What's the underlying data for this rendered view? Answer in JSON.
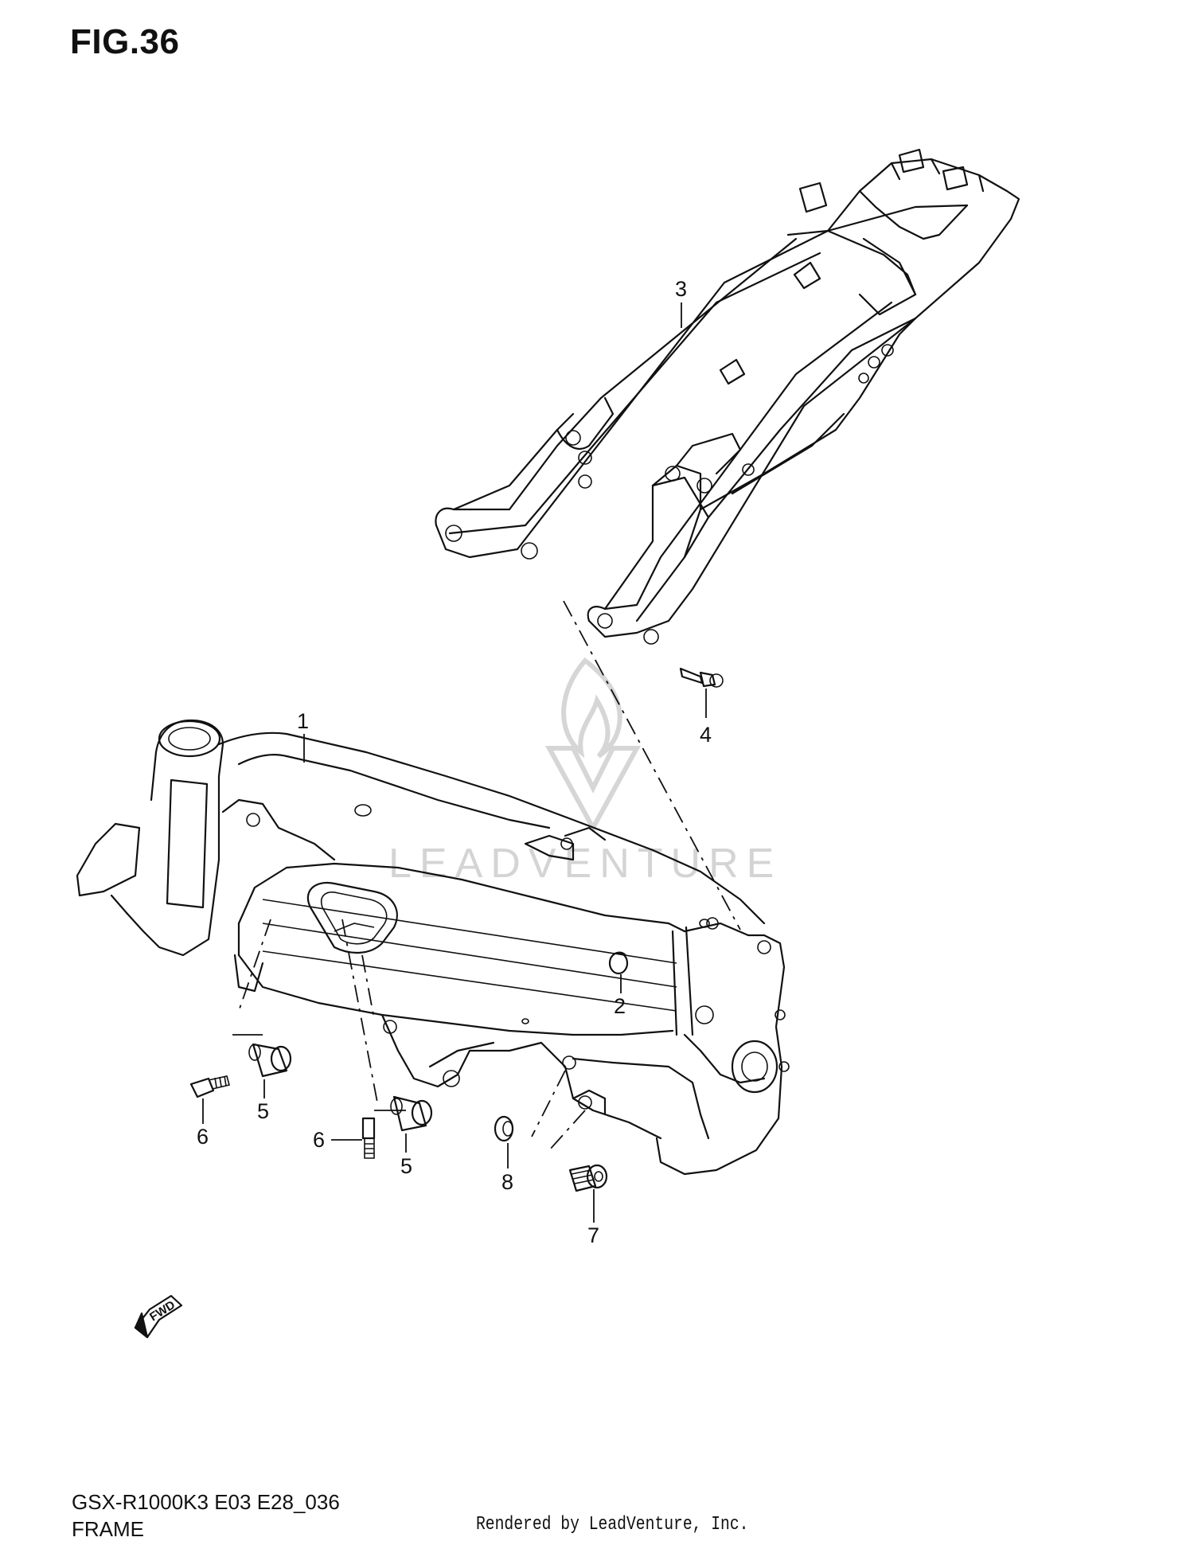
{
  "figure": {
    "title": "FIG.36",
    "model_code": "GSX-R1000K3 E03 E28_036",
    "section_name": "FRAME",
    "credit": "Rendered by LeadVenture, Inc."
  },
  "watermark": {
    "text": "LEADVENTURE"
  },
  "fwd_label": "FWD",
  "callouts": {
    "c1": "1",
    "c2": "2",
    "c3": "3",
    "c4": "4",
    "c5a": "5",
    "c5b": "5",
    "c6a": "6",
    "c6b": "6",
    "c7": "7",
    "c8": "8"
  }
}
